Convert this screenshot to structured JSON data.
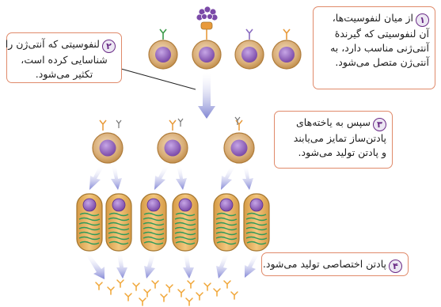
{
  "callouts": {
    "step1": {
      "number": "۱",
      "lines": [
        "از میان لنفوسیت‌ها،",
        "آن لنفوسیتی که گیرندهٔ",
        "آنتی‌ژنی مناسب دارد، به",
        "آنتی‌ژن متصل می‌شود."
      ]
    },
    "step2": {
      "number": "۲",
      "lines": [
        "لنفوسیتی که آنتی‌ژن را",
        "شناسایی کرده است،",
        "تکثیر می‌شود."
      ]
    },
    "step3": {
      "number": "۳",
      "lines": [
        "سپس به یاخته‌های",
        "پادتن‌ساز تمایز می‌یابند",
        "و پادتن تولید می‌شود."
      ]
    },
    "step4": {
      "number": "۴",
      "text": "پادتن اختصاصی تولید می‌شود."
    }
  },
  "colors": {
    "callout_border": "#e08a6a",
    "cell_body": "#d9b07e",
    "cell_outline": "#b07d3c",
    "nucleus": "#8a5bb8",
    "receptor_match": "#e89a3a",
    "receptor_other_green": "#3c9a4a",
    "receptor_other_purple": "#8a6cc0",
    "antigen": "#7b4aa8",
    "plasma_cell_body": "#e9b466",
    "plasma_cell_outline": "#a4762f",
    "er_green": "#2f9a5a",
    "arrow": "#8d8fd6",
    "antibody": "#f0a535"
  }
}
